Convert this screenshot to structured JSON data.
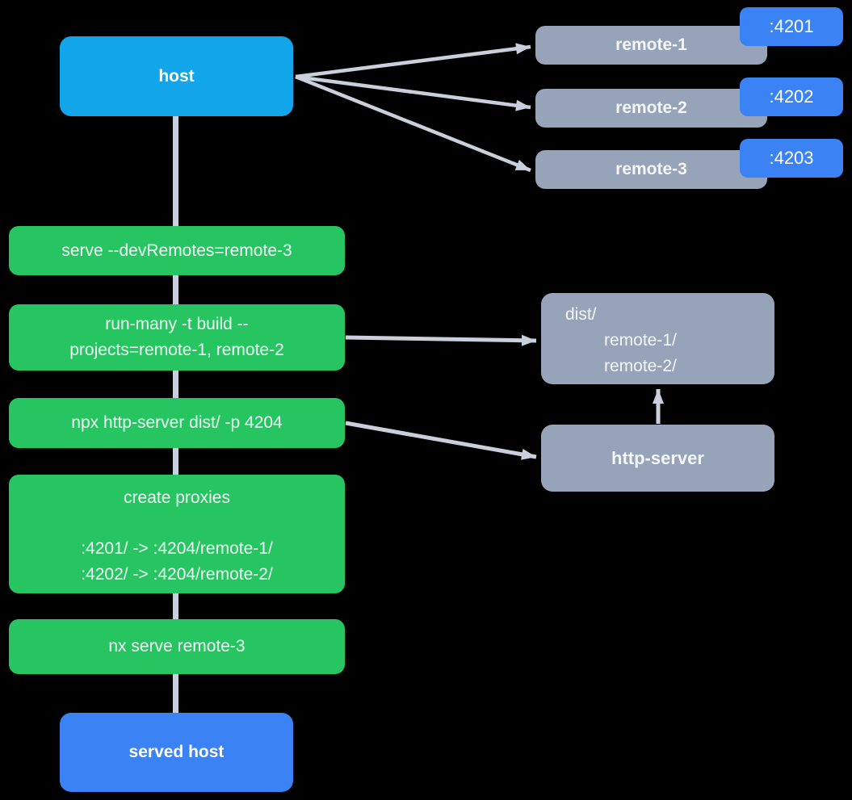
{
  "diagram": {
    "title_hint": "nx module federation serve flow",
    "host": {
      "label": "host"
    },
    "remotes": [
      {
        "label": "remote-1",
        "port": ":4201"
      },
      {
        "label": "remote-2",
        "port": ":4202"
      },
      {
        "label": "remote-3",
        "port": ":4203"
      }
    ],
    "steps": [
      {
        "id": "serve-dev-remotes",
        "lines": [
          "serve --devRemotes=remote-3"
        ]
      },
      {
        "id": "run-many-build",
        "lines": [
          "run-many -t build --",
          "projects=remote-1, remote-2"
        ]
      },
      {
        "id": "http-server-command",
        "lines": [
          "npx http-server dist/ -p 4204"
        ]
      },
      {
        "id": "create-proxies",
        "title": "create proxies",
        "mappings": [
          ":4201/ -> :4204/remote-1/",
          ":4202/ -> :4204/remote-2/"
        ]
      },
      {
        "id": "nx-serve-remote-3",
        "lines": [
          "nx serve remote-3"
        ]
      }
    ],
    "dist_folder": {
      "root": "dist/",
      "children": [
        "remote-1/",
        "remote-2/"
      ]
    },
    "http_server": {
      "label": "http-server"
    },
    "served_host": {
      "label": "served host"
    },
    "colors": {
      "background": "#000000",
      "host_blue": "#12A5EA",
      "accent_blue": "#3B82F5",
      "step_green": "#26C562",
      "node_gray": "#96A3B8",
      "connector_gray": "#C9CFDC"
    }
  }
}
